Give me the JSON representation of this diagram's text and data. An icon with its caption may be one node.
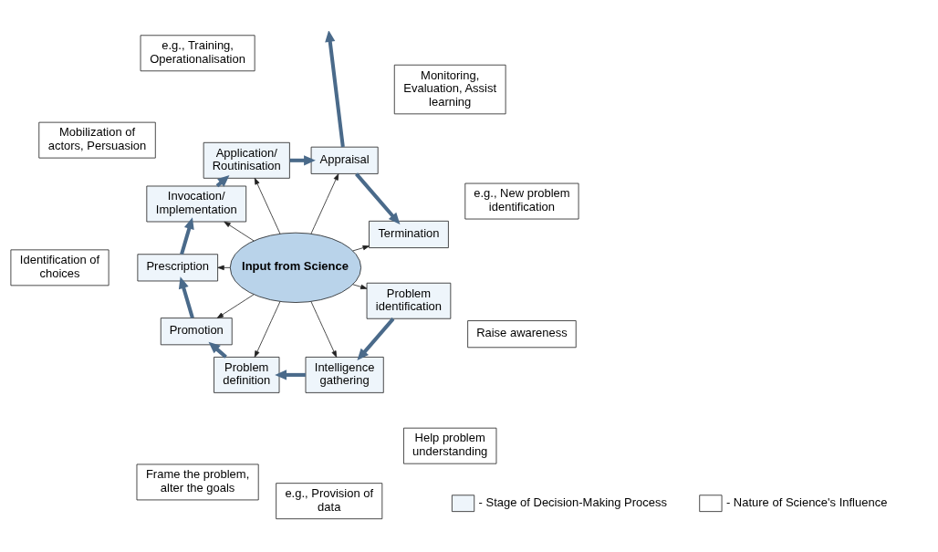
{
  "diagram": {
    "nodes": [
      {
        "text": [
          "Input from Science"
        ]
      },
      {
        "text": [
          "Problem identification"
        ]
      },
      {
        "text": [
          "Intelligence gathering"
        ]
      },
      {
        "text": [
          "Problem definition"
        ]
      },
      {
        "text": [
          "Promotion"
        ]
      },
      {
        "text": [
          "Prescription"
        ]
      },
      {
        "text": [
          "Invocation/ Implementation"
        ]
      },
      {
        "text": [
          "Application/ Routinisation"
        ]
      },
      {
        "text": [
          "Appraisal"
        ]
      },
      {
        "text": [
          "Termination"
        ]
      },
      {
        "text": [
          "Raise awareness"
        ]
      },
      {
        "text": [
          "Help problem understanding"
        ]
      },
      {
        "text": [
          "e.g., Provision of data"
        ]
      },
      {
        "text": [
          "Frame the problem, alter the goals"
        ]
      },
      {
        "text": [
          "Identification of choices"
        ]
      },
      {
        "text": [
          "Mobilization of actors, Persuasion"
        ]
      },
      {
        "text": [
          "e.g., Training, Operationalisation"
        ]
      },
      {
        "text": [
          "Monitoring, Evaluation, Assist learning"
        ]
      },
      {
        "text": [
          "e.g., New problem identification"
        ]
      }
    ],
    "edges": [
      {
        "from": 0,
        "to": 1,
        "arrow": "to"
      },
      {
        "from": 0,
        "to": 2,
        "arrow": "to"
      },
      {
        "from": 0,
        "to": 3,
        "arrow": "to"
      },
      {
        "from": 0,
        "to": 4,
        "arrow": "to"
      },
      {
        "from": 0,
        "to": 5,
        "arrow": "to"
      },
      {
        "from": 0,
        "to": 6,
        "arrow": "to"
      },
      {
        "from": 0,
        "to": 7,
        "arrow": "to"
      },
      {
        "from": 0,
        "to": 8,
        "arrow": "to"
      },
      {
        "from": 0,
        "to": 9,
        "arrow": "to"
      },
      {
        "from": 1,
        "to": 2,
        "arrow": "to",
        "style": "thick",
        "color": "#4a6a8a"
      },
      {
        "from": 2,
        "to": 3,
        "arrow": "to",
        "style": "thick",
        "color": "#4a6a8a"
      },
      {
        "from": 3,
        "to": 4,
        "arrow": "to",
        "style": "thick",
        "color": "#4a6a8a"
      },
      {
        "from": 4,
        "to": 5,
        "arrow": "to",
        "style": "thick",
        "color": "#4a6a8a"
      },
      {
        "from": 5,
        "to": 6,
        "arrow": "to",
        "style": "thick",
        "color": "#4a6a8a"
      },
      {
        "from": 6,
        "to": 7,
        "arrow": "to",
        "style": "thick",
        "color": "#4a6a8a"
      },
      {
        "from": 7,
        "to": 8,
        "arrow": "to",
        "style": "thick",
        "color": "#4a6a8a"
      },
      {
        "from": 8,
        "to": 9,
        "arrow": "to",
        "style": "thick",
        "color": "#4a6a8a"
      },
      {
        "from": 8,
        "to": null,
        "arrow": "to",
        "style": "thick",
        "color": "#4a6a8a"
      }
    ],
    "legend": [
      {
        "text": "- Stage of Decision-Making Process",
        "color": "#eef5fb"
      },
      {
        "text": "- Nature of Science's Influence",
        "color": "#ffffff"
      }
    ]
  }
}
